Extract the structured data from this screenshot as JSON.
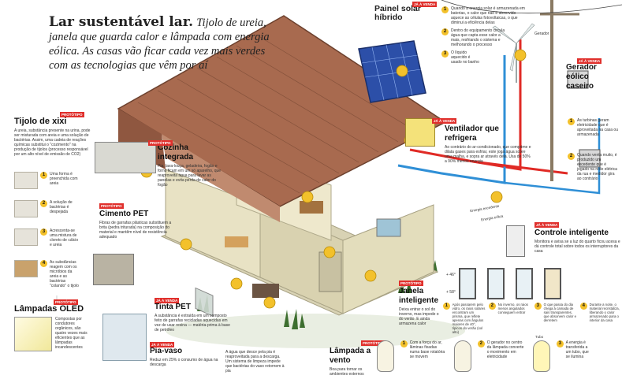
{
  "title": {
    "bold": "Lar sustentável lar.",
    "italic": "Tijolo de ureia, janela que guarda calor e lâmpada com energia eólica. As casas vão ficar cada vez mais verdes com as tecnologias que vêm por aí"
  },
  "badges": {
    "prototipo": "PROTÓTIPO",
    "ja_a_venda": "JÁ À VENDA"
  },
  "tijolo": {
    "title": "Tijolo de xixi",
    "desc": "A ureia, substância presente na urina, pode ser misturada com areia e uma solução de bactérias. Assim, uma cadeia de reações químicas substitui o \"cozimento\" na produção de tijolos (processo responsável por um alto nível de emissão de CO2)",
    "steps": [
      {
        "n": "1",
        "text": "Uma forma é preenchida com areia"
      },
      {
        "n": "2",
        "text": "A solução de bactérias é despejada"
      },
      {
        "n": "3",
        "text": "Acrescenta-se uma mistura de cloreto de cálcio e ureia"
      },
      {
        "n": "4",
        "text": "As substâncias reagem com os micróbios da areia e as bactérias \"colando\" o tijolo"
      }
    ]
  },
  "lampadas_oled": {
    "title": "Lâmpadas OLED",
    "desc": "Compostas por condutores orgânicos, são quatro vezes mais eficientes que as lâmpadas incandescentes"
  },
  "cozinha": {
    "title": "Cozinha integrada",
    "desc": "Pia, lava-louça, geladeira, fogão e forno ficam em um só aparelho, que reaproveita água para lavar as panelas e evita perda de calor do fogão"
  },
  "cimento": {
    "title": "Cimento PET",
    "desc": "Fibras de garrafas plásticas substituem a brita (pedra triturada) na composição do material e mantêm nível de resistência adequado"
  },
  "tinta": {
    "title": "Tinta PET",
    "desc": "A substância é extraída em um composto feito de garrafas recicladas aquecidas em vez de usar resina — matéria-prima à base de petróleo"
  },
  "pia_vaso": {
    "title": "Pia-vaso",
    "desc": "Reduz em 25% o consumo de água na descarga",
    "desc2": "A água que desce pela pia é reaproveitada para a descarga. Um sistema de limpeza impede que bactérias do vaso retornem à pia"
  },
  "painel": {
    "title": "Painel solar híbrido",
    "steps": [
      {
        "n": "1",
        "text": "Quando a energia solar é armazenada em baterias, o calor que não é absorvido aquece as células fotovoltaicas, o que diminui a eficiência delas"
      },
      {
        "n": "2",
        "text": "Dentro do equipamento circula água que capta esse calor a mais, resfriando o sistema e melhorando o processo"
      },
      {
        "n": "3",
        "text": "O líquido aquecido é usado no banho"
      }
    ]
  },
  "ventilador": {
    "title": "Ventilador que refrigera",
    "desc": "Ao contrário do ar-condicionado, que comprime e dilata gases para esfriar, este joga água sobre uma malha, e sopra ar através dela. Usa de 50% a 90% menos energia"
  },
  "gerador": {
    "title": "Gerador eólico caseiro",
    "label": "Gerador",
    "steps": [
      {
        "n": "1",
        "text": "As turbinas geram eletricidade que é aproveitada na casa ou armazenada"
      },
      {
        "n": "2",
        "text": "Quando venta muito, é produzido um excedente que é jogado na rede elétrica da rua e medidor gira ao contrário"
      }
    ]
  },
  "flows": {
    "excedente": "Energia excedente",
    "eolica": "Energia eólica"
  },
  "controle": {
    "title": "Controle inteligente",
    "desc": "Monitora e avisa se a luz do quarto ficou acesa e dá controle total sobre todos os interruptores da casa"
  },
  "janela": {
    "title": "Janela inteligente",
    "desc": "Deixa entrar o sol do inverno, mas impede o do verão. E ainda armazena calor",
    "temps": {
      "a": "+ 46°",
      "b": "+ 58°"
    },
    "steps": [
      {
        "n": "1",
        "text": "Após passarem pelo vidro, os raios solares encontram um prisma, que reflete apenas com ângulos maiores de 40°, típicos do verão (sol alto)"
      },
      {
        "n": "2",
        "text": "No inverno, os raios menos angulados conseguem entrar"
      },
      {
        "n": "3",
        "text": "O que passa do dia chega à camada de sais transparentes, que absorvem calor e derretem"
      },
      {
        "n": "4",
        "text": "Durante a noite, o material recristaliza, liberando o calor armazenado para o interior da casa"
      }
    ]
  },
  "lampada_vento": {
    "title": "Lâmpada a vento",
    "desc": "Boa para tornar os ambientes externos",
    "tube_label": "Tubo",
    "steps": [
      {
        "n": "1",
        "text": "Com a força do ar, lâminas fixadas numa base rotatória se movem"
      },
      {
        "n": "2",
        "text": "O gerador no centro da lâmpada converte o movimento em eletricidade"
      },
      {
        "n": "3",
        "text": "A energia é transferida a um tubo, que se ilumina"
      }
    ]
  },
  "colors": {
    "roof": "#a86a4f",
    "wall": "#e8e2c4",
    "accent": "#f3c12b",
    "badge": "#e0302c",
    "pipe_red": "#e02a25",
    "pipe_blue": "#2f8fd6"
  }
}
